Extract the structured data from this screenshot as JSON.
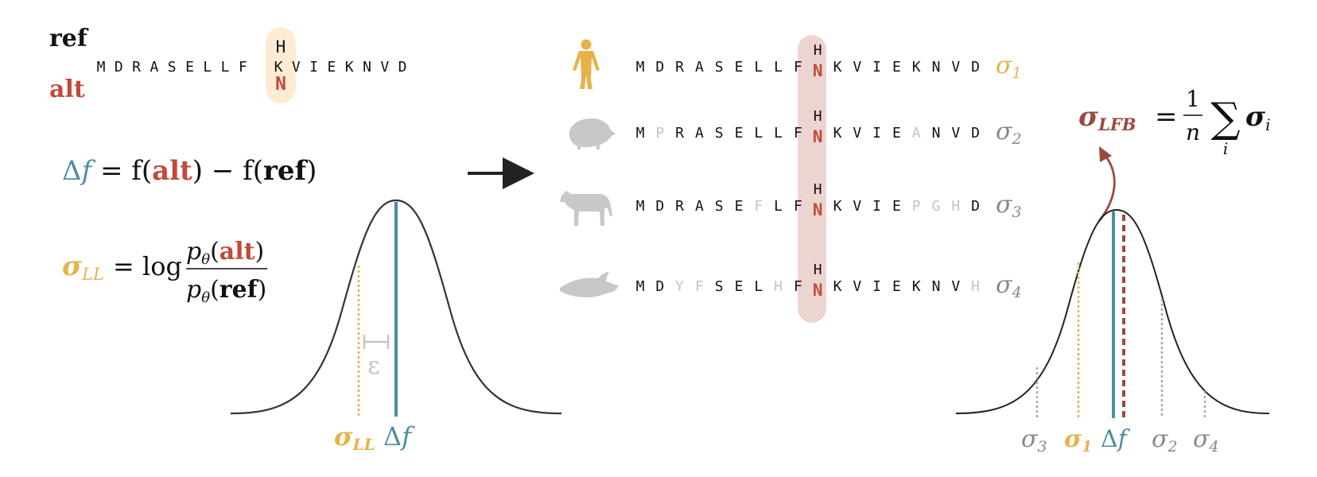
{
  "colors": {
    "ref_black": "#111111",
    "alt_red": "#c24a3a",
    "teal": "#4a8fa3",
    "gold": "#e6b24a",
    "gray": "#888888",
    "light_gray": "#c4c4c4",
    "highlight_left": "#fbecd3",
    "highlight_right": "#ecd4d0",
    "curve": "#333333",
    "arrow_brown": "#9a4a40",
    "silhouette_gray": "#c8c8c8"
  },
  "left_panel": {
    "ref_label": "ref",
    "alt_label": "alt",
    "sequence": [
      "M",
      "D",
      "R",
      "A",
      "S",
      "E",
      "L",
      "L",
      "F",
      "",
      "K",
      "V",
      "I",
      "E",
      "K",
      "N",
      "V",
      "D"
    ],
    "ref_residue": "H",
    "alt_residue": "N",
    "delta_formula": {
      "delta": "Δ",
      "f": "f",
      "rest_a": " = f(",
      "alt": "alt",
      "rest_b": ") − f(",
      "ref": "ref",
      "rest_c": ")"
    },
    "sigma_formula": {
      "sigma": "σ",
      "sub": "LL",
      "eq": "= log",
      "num_a": "p",
      "num_theta": "θ",
      "num_b": "(",
      "num_alt": "alt",
      "num_c": ")",
      "den_a": "p",
      "den_theta": "θ",
      "den_b": "(",
      "den_ref": "ref",
      "den_c": ")"
    },
    "epsilon": "ε",
    "axis_labels": {
      "sigma": "σ",
      "sigma_sub": "LL",
      "delta": "Δ",
      "f": "f"
    }
  },
  "species_rows": [
    {
      "icon": "human-icon",
      "residues": [
        "M",
        "D",
        "R",
        "A",
        "S",
        "E",
        "L",
        "L",
        "F",
        "",
        "K",
        "V",
        "I",
        "E",
        "K",
        "N",
        "V",
        "D"
      ],
      "faded": [],
      "ref_residue": "H",
      "alt_residue": "N",
      "sigma": "σ",
      "sub": "1",
      "color": "#e6b24a"
    },
    {
      "icon": "hedgehog-icon",
      "residues": [
        "M",
        "P",
        "R",
        "A",
        "S",
        "E",
        "L",
        "L",
        "F",
        "",
        "K",
        "V",
        "I",
        "E",
        "A",
        "N",
        "V",
        "D"
      ],
      "faded": [
        1,
        14
      ],
      "ref_residue": "H",
      "alt_residue": "N",
      "sigma": "σ",
      "sub": "2",
      "color": "#888888"
    },
    {
      "icon": "cow-icon",
      "residues": [
        "M",
        "D",
        "R",
        "A",
        "S",
        "E",
        "F",
        "L",
        "F",
        "",
        "K",
        "V",
        "I",
        "E",
        "P",
        "G",
        "H",
        "D"
      ],
      "faded": [
        6,
        14,
        15,
        16
      ],
      "ref_residue": "H",
      "alt_residue": "N",
      "sigma": "σ",
      "sub": "3",
      "color": "#888888"
    },
    {
      "icon": "dolphin-icon",
      "residues": [
        "M",
        "D",
        "Y",
        "F",
        "S",
        "E",
        "L",
        "H",
        "F",
        "",
        "K",
        "V",
        "I",
        "E",
        "K",
        "N",
        "V",
        "H"
      ],
      "faded": [
        2,
        3,
        7,
        17
      ],
      "ref_residue": "H",
      "alt_residue": "N",
      "sigma": "σ",
      "sub": "4",
      "color": "#888888"
    }
  ],
  "right_panel": {
    "lfb_formula": {
      "sigma": "σ",
      "sub": "LFB",
      "eq": "=",
      "num": "1",
      "den": "n",
      "sum": "∑",
      "index": "i",
      "term": "σ",
      "term_sub": "i"
    },
    "axis_labels": [
      {
        "sigma": "σ",
        "sub": "3",
        "color": "#888888"
      },
      {
        "sigma": "σ",
        "sub": "1",
        "color": "#e6b24a"
      },
      {
        "delta": "Δ",
        "f": "f",
        "color": "#4a8fa3"
      },
      {
        "sigma": "σ",
        "sub": "2",
        "color": "#888888"
      },
      {
        "sigma": "σ",
        "sub": "4",
        "color": "#888888"
      }
    ]
  }
}
